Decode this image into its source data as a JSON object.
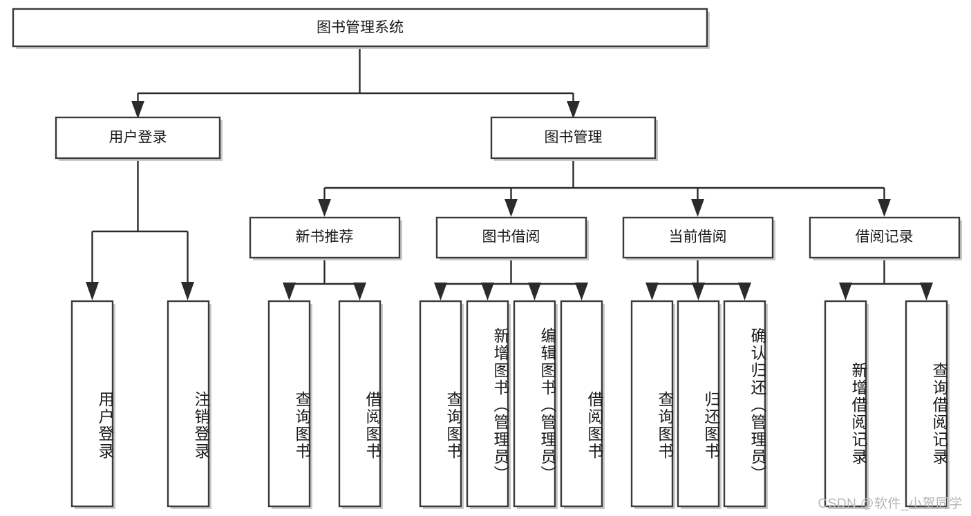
{
  "diagram": {
    "title": "图书管理系统",
    "watermark": "CSDN @软件_小贺同学",
    "colors": {
      "box_stroke": "#3a3a3a",
      "connector": "#2b2b2b",
      "background": "#ffffff",
      "text": "#1a1a1a",
      "watermark": "#b6b6b6"
    },
    "root": {
      "label": "图书管理系统"
    },
    "tier2": [
      {
        "label": "用户登录"
      },
      {
        "label": "图书管理"
      }
    ],
    "tier3": [
      {
        "label": "新书推荐"
      },
      {
        "label": "图书借阅"
      },
      {
        "label": "当前借阅"
      },
      {
        "label": "借阅记录"
      }
    ],
    "leaves": {
      "user_login": [
        {
          "label": "用户登录"
        },
        {
          "label": "注销登录"
        }
      ],
      "new_book_recommend": [
        {
          "label": "查询图书"
        },
        {
          "label": "借阅图书"
        }
      ],
      "book_borrow": [
        {
          "label": "查询图书"
        },
        {
          "label": "新增图书（管理员）"
        },
        {
          "label": "编辑图书（管理员）"
        },
        {
          "label": "借阅图书"
        }
      ],
      "current_borrow": [
        {
          "label": "查询图书"
        },
        {
          "label": "归还图书"
        },
        {
          "label": "确认归还（管理员）"
        }
      ],
      "borrow_record": [
        {
          "label": "新增借阅记录"
        },
        {
          "label": "查询借阅记录"
        }
      ]
    }
  }
}
